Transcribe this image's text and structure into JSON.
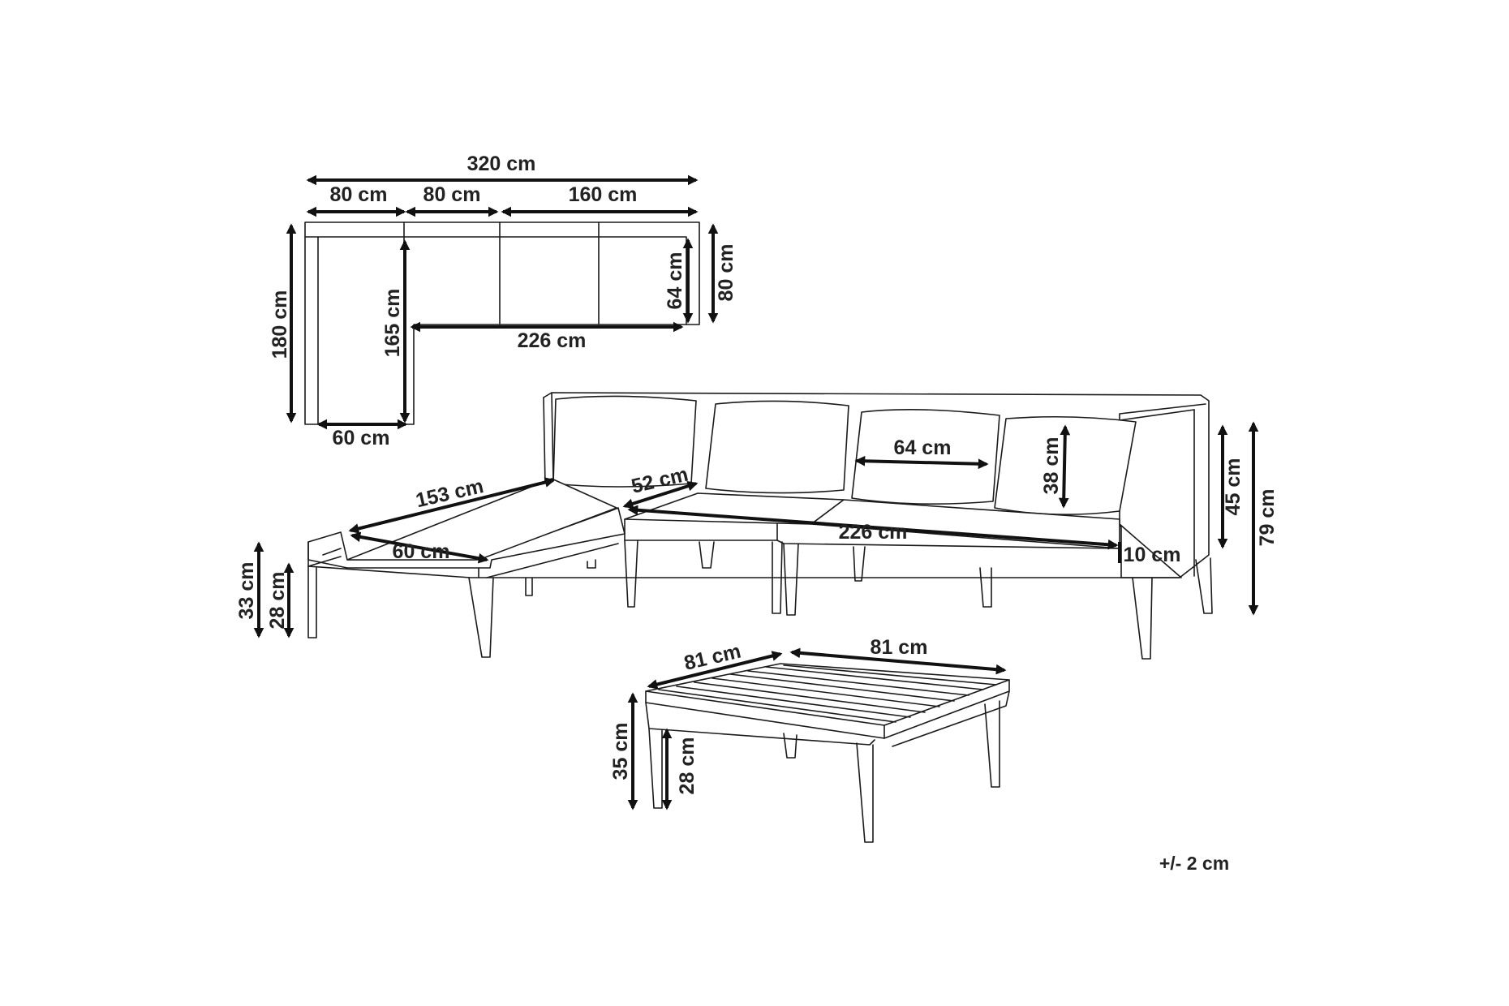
{
  "top_view": {
    "total_width": "320 cm",
    "seg_1": "80 cm",
    "seg_2": "80 cm",
    "seg_3": "160 cm",
    "total_depth": "180 cm",
    "inner_depth": "165 cm",
    "seat_depth": "64 cm",
    "back_depth": "80 cm",
    "seat_length": "226 cm",
    "chaise_width": "60 cm"
  },
  "sofa": {
    "chaise_length": "153 cm",
    "chaise_width": "60 cm",
    "corner_depth": "52 cm",
    "cushion_width": "64 cm",
    "cushion_height": "38 cm",
    "seat_length": "226 cm",
    "arm_width": "10 cm",
    "seat_height": "45 cm",
    "total_height": "79 cm",
    "leg_outer": "33 cm",
    "leg_inner": "28 cm"
  },
  "table": {
    "width": "81 cm",
    "depth": "81 cm",
    "height": "35 cm",
    "leg_height": "28 cm"
  },
  "tolerance": "+/- 2 cm",
  "colors": {
    "line": "#1a1a1a",
    "text": "#222222",
    "background": "#ffffff"
  }
}
